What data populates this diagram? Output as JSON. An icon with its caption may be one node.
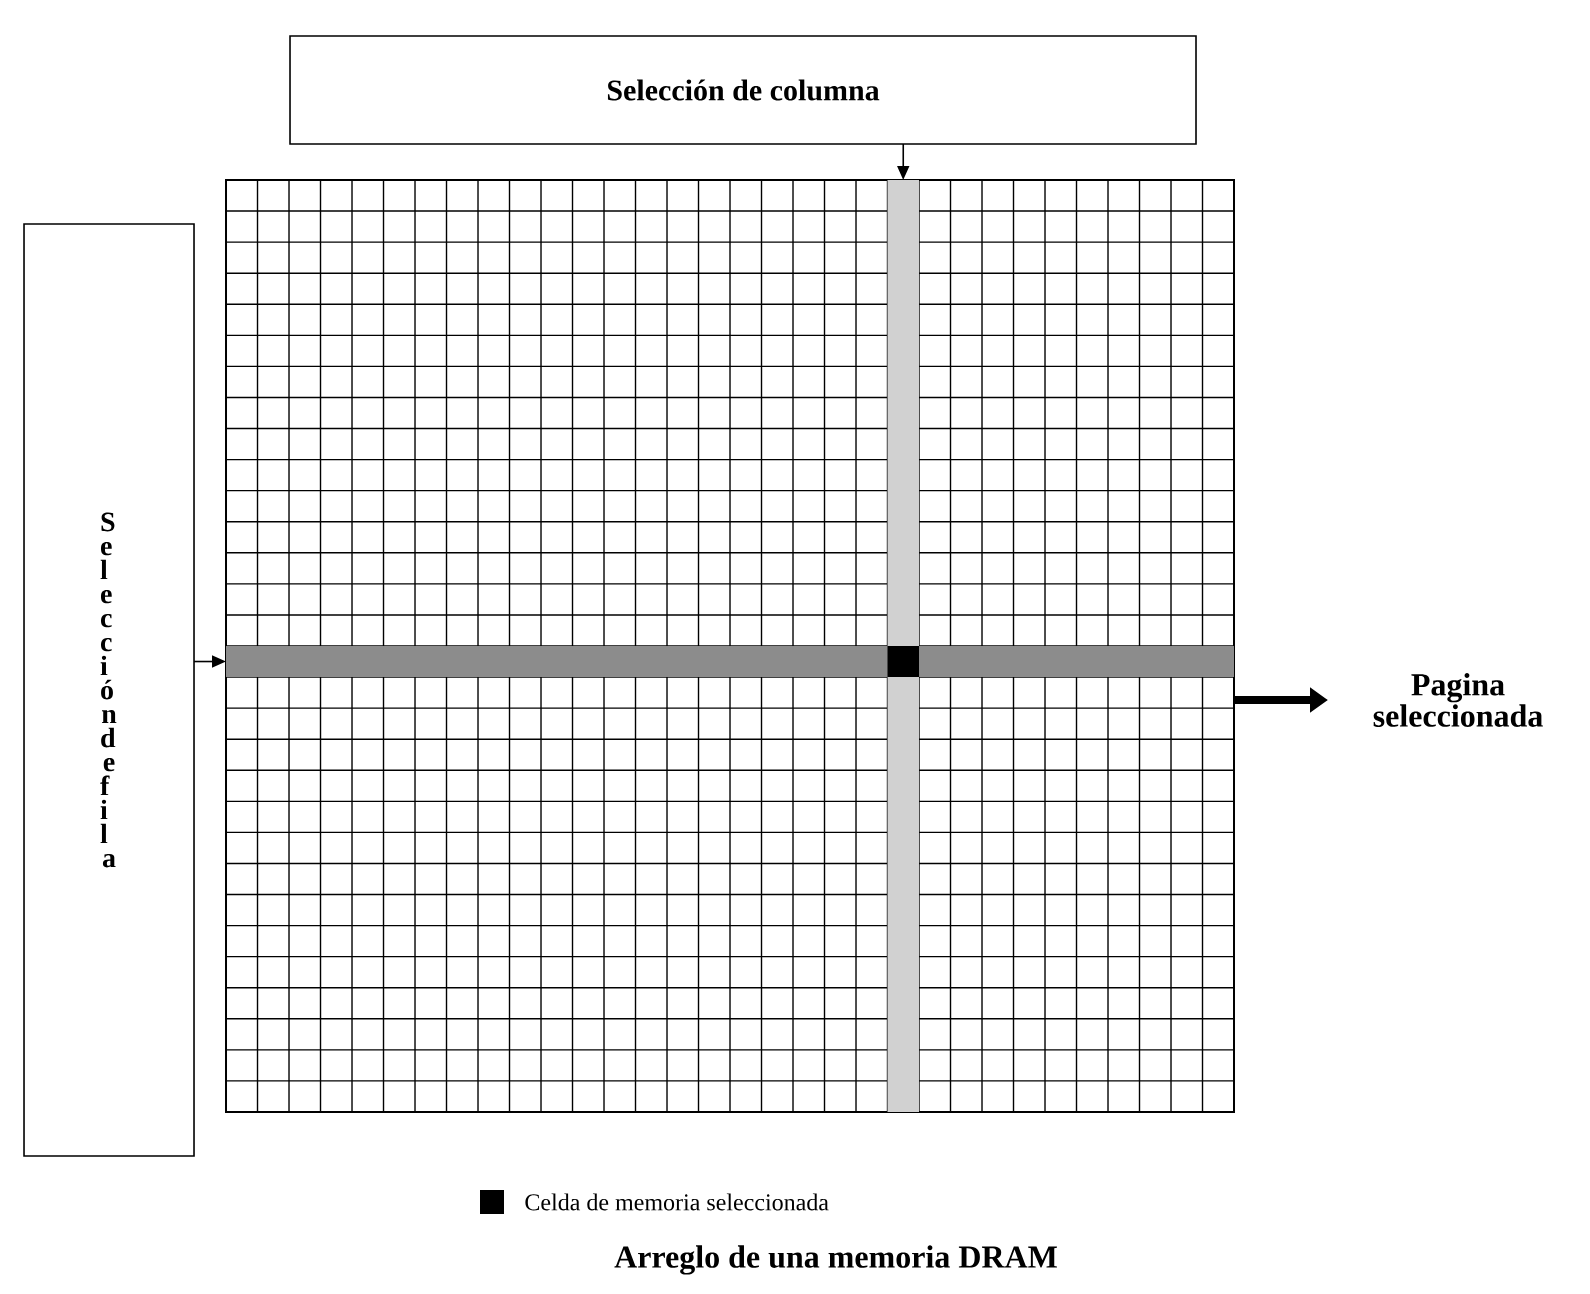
{
  "diagram": {
    "caption": "Arreglo de una memoria DRAM",
    "nodes": [
      {
        "text": [
          "Selección de columna"
        ]
      },
      {
        "text": [
          "Selección de fila"
        ]
      },
      {
        "text": [],
        "shape": "box"
      },
      {
        "text": [],
        "shape": "bar",
        "in": 2
      },
      {
        "text": [],
        "shape": "bar",
        "in": 2
      },
      {
        "text": [
          "Pagina seleccionada"
        ]
      }
    ],
    "edges": [
      {
        "from": 0,
        "to": 3,
        "arrow": "to"
      },
      {
        "from": 1,
        "to": 4,
        "arrow": "to"
      },
      {
        "from": 4,
        "to": 5,
        "arrow": "to",
        "style": "thick"
      }
    ],
    "legend": [
      {
        "text": "Celda de memoria seleccionada",
        "color": "#000000"
      }
    ]
  }
}
